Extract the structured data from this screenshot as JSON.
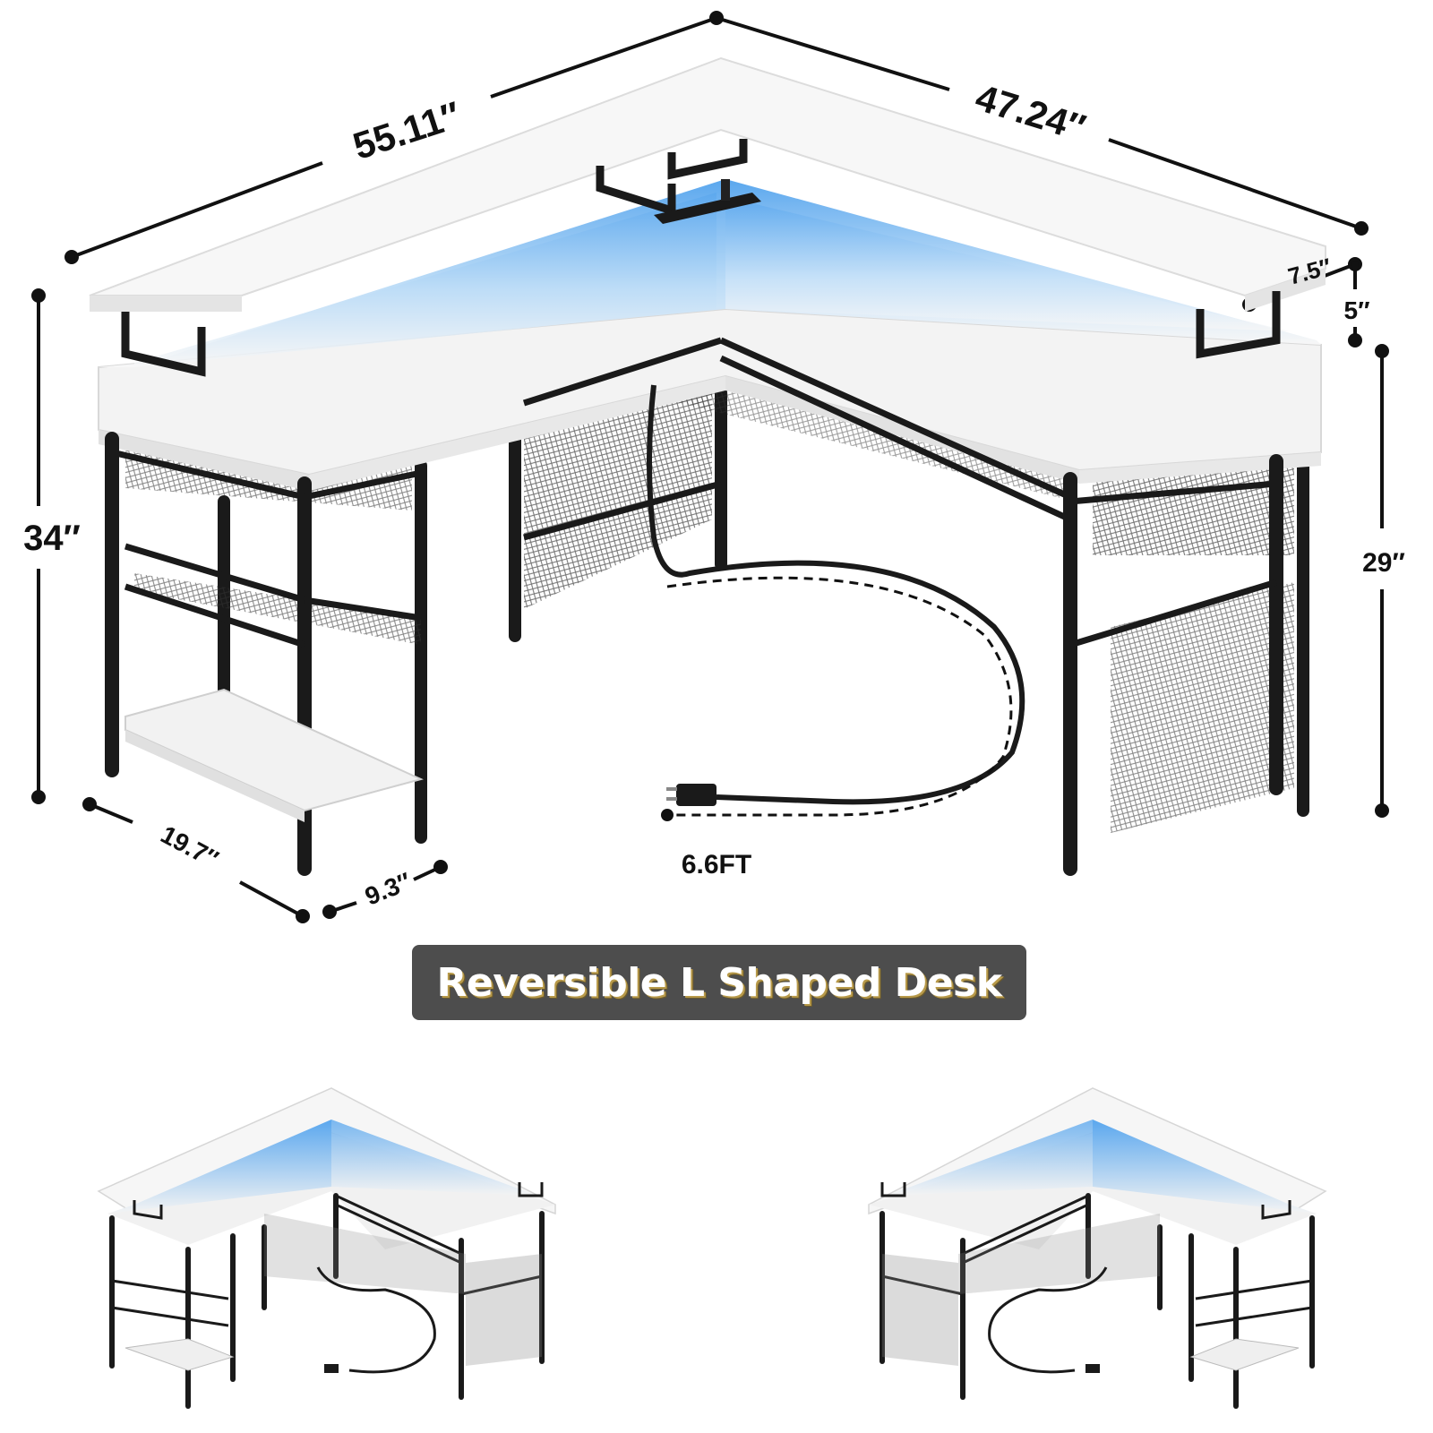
{
  "dimensions": {
    "top_left_length": "55.11″",
    "top_right_length": "47.24″",
    "overall_height": "34″",
    "desk_height": "29″",
    "shelf_depth": "7.5″",
    "shelf_height": "5″",
    "desk_depth": "19.7″",
    "side_shelf_width": "9.3″",
    "cord_length": "6.6FT"
  },
  "banner": {
    "title": "Reversible L Shaped Desk"
  },
  "colors": {
    "desktop": "#f4f4f4",
    "led_glow": "#6fb3ef",
    "frame": "#1a1a1a",
    "banner_bg": "#4d4d4d",
    "banner_text": "#ffffff",
    "banner_shadow": "#b89a4a"
  },
  "thumbnails": [
    {
      "orientation": "left-return",
      "icon": "l-desk-left-icon"
    },
    {
      "orientation": "right-return",
      "icon": "l-desk-right-icon"
    }
  ]
}
